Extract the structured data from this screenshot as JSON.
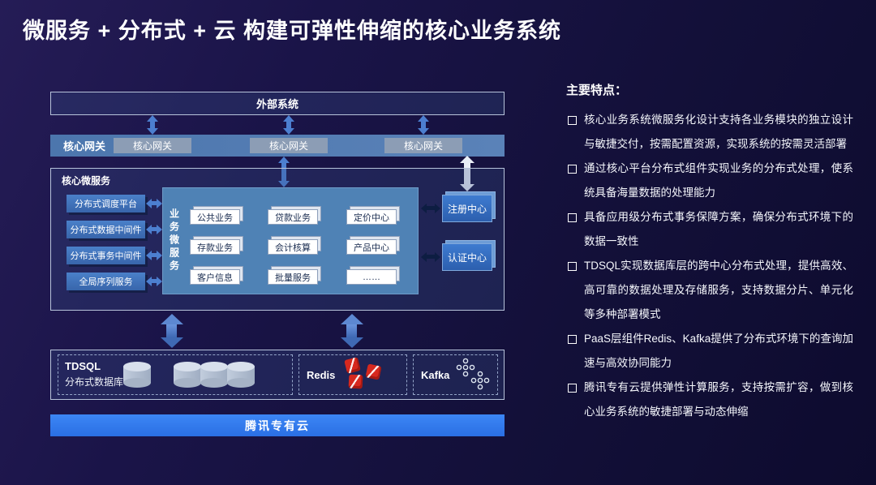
{
  "slide": {
    "title": "微服务 + 分布式 + 云 构建可弹性伸缩的核心业务系统"
  },
  "diagram": {
    "external_system": {
      "label": "外部系统"
    },
    "gateway": {
      "label": "核心网关",
      "nodes": [
        "核心网关",
        "核心网关",
        "核心网关"
      ]
    },
    "core": {
      "label": "核心微服务",
      "middleware": [
        "分布式调度平台",
        "分布式数据中间件",
        "分布式事务中间件",
        "全局序列服务"
      ],
      "business": {
        "label": "业务微服务",
        "services": [
          "公共业务",
          "贷款业务",
          "定价中心",
          "存款业务",
          "会计核算",
          "产品中心",
          "客户信息",
          "批量服务",
          "……"
        ]
      },
      "side_nodes": [
        "注册中心",
        "认证中心"
      ]
    },
    "data_layer": {
      "tdsql_name": "TDSQL",
      "tdsql_desc": "分布式数据库",
      "redis_name": "Redis",
      "kafka_name": "Kafka"
    },
    "cloud_bar": {
      "label": "腾讯专有云"
    }
  },
  "features": {
    "heading": "主要特点：",
    "items": [
      "核心业务系统微服务化设计支持各业务模块的独立设计与敏捷交付，按需配置资源，实现系统的按需灵活部署",
      "通过核心平台分布式组件实现业务的分布式处理，使系统具备海量数据的处理能力",
      "具备应用级分布式事务保障方案，确保分布式环境下的数据一致性",
      "TDSQL实现数据库层的跨中心分布式处理，提供高效、高可靠的数据处理及存储服务，支持数据分片、单元化等多种部署模式",
      "PaaS层组件Redis、Kafka提供了分布式环境下的查询加速与高效协同能力",
      "腾讯专有云提供弹性计算服务，支持按需扩容，做到核心业务系统的敏捷部署与动态伸缩"
    ]
  },
  "colors": {
    "background": "#161239",
    "accent_blue": "#2e7bf2",
    "steel_blue": "#4f82b5",
    "node_blue": "#3d6db5",
    "arrow_blue": "#4c7fd0",
    "dark_arrow": "#0d1d42",
    "redis_red": "#d6281e"
  }
}
